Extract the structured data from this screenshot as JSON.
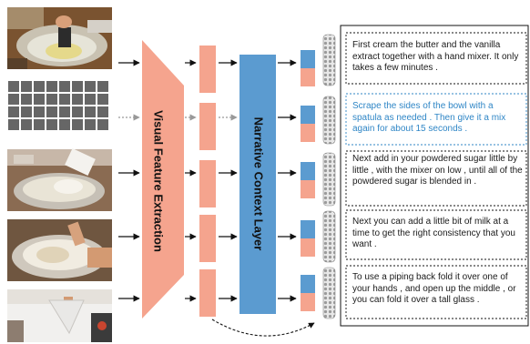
{
  "diagram": {
    "feature_module_label": "Visual Feature Extraction",
    "context_layer_label": "Narrative Context Layer",
    "colors": {
      "salmon": "#f5a48e",
      "blue": "#5b9bd0",
      "caption_blue": "#2f86c6",
      "caption_dark": "#1a1a1a"
    },
    "frames": [
      {
        "type": "photo",
        "desc": "bowl-with-butter-and-mixer"
      },
      {
        "type": "masked-grid"
      },
      {
        "type": "photo",
        "desc": "powdered-sugar-pouring"
      },
      {
        "type": "photo",
        "desc": "milk-pouring-into-bowl"
      },
      {
        "type": "photo",
        "desc": "piping-bag-folding"
      }
    ],
    "captions": [
      {
        "text": "First cream the butter and the vanilla extract together with a hand mixer. It only takes a few minutes .",
        "highlight": false
      },
      {
        "text": "Scrape the sides of the bowl with a spatula as needed . Then give it a mix again for about 15 seconds .",
        "highlight": true
      },
      {
        "text": "Next add in your powdered sugar little by little , with the mixer on low , until all of the powdered sugar is blended in .",
        "highlight": false
      },
      {
        "text": "Next you can add a little bit of milk at a time to get the right consistency that you want .",
        "highlight": false
      },
      {
        "text": "To use a piping back fold it over one of your hands , and open up the middle , or you can fold it over a tall glass .",
        "highlight": false
      }
    ]
  }
}
